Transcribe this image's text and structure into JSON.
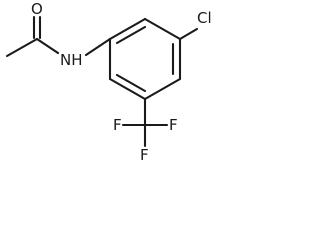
{
  "molecule": {
    "atoms": {
      "oxygen": "O",
      "nitrogen_h": "NH",
      "chlorine": "Cl",
      "fluorine_1": "F",
      "fluorine_2": "F",
      "fluorine_3": "F"
    }
  }
}
